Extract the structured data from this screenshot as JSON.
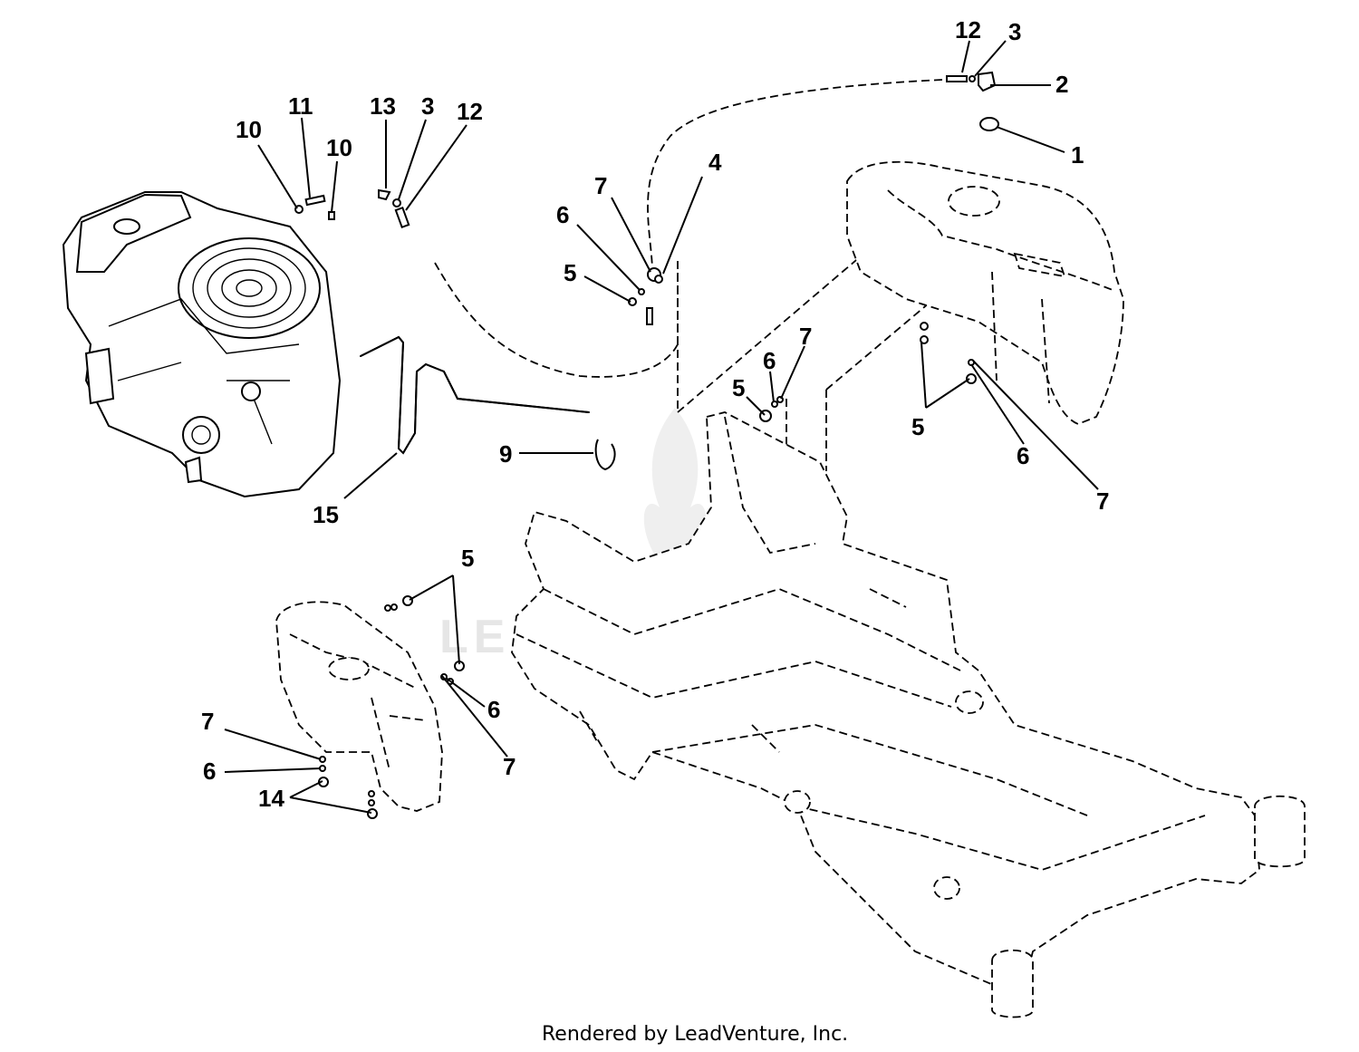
{
  "footer": {
    "text": "Rendered by LeadVenture, Inc."
  },
  "watermark": {
    "text": "LEADVENTURE"
  },
  "callouts": {
    "c1": "1",
    "c2": "2",
    "c3a": "3",
    "c3b": "3",
    "c4": "4",
    "c5a": "5",
    "c5b": "5",
    "c5c": "5",
    "c5d": "5",
    "c6a": "6",
    "c6b": "6",
    "c6c": "6",
    "c6d": "6",
    "c6e": "6",
    "c7a": "7",
    "c7b": "7",
    "c7c": "7",
    "c7d": "7",
    "c7e": "7",
    "c9": "9",
    "c10a": "10",
    "c10b": "10",
    "c11": "11",
    "c12a": "12",
    "c12b": "12",
    "c13": "13",
    "c14": "14",
    "c15": "15"
  },
  "icons": {
    "watermark": "flame-logo-icon"
  }
}
